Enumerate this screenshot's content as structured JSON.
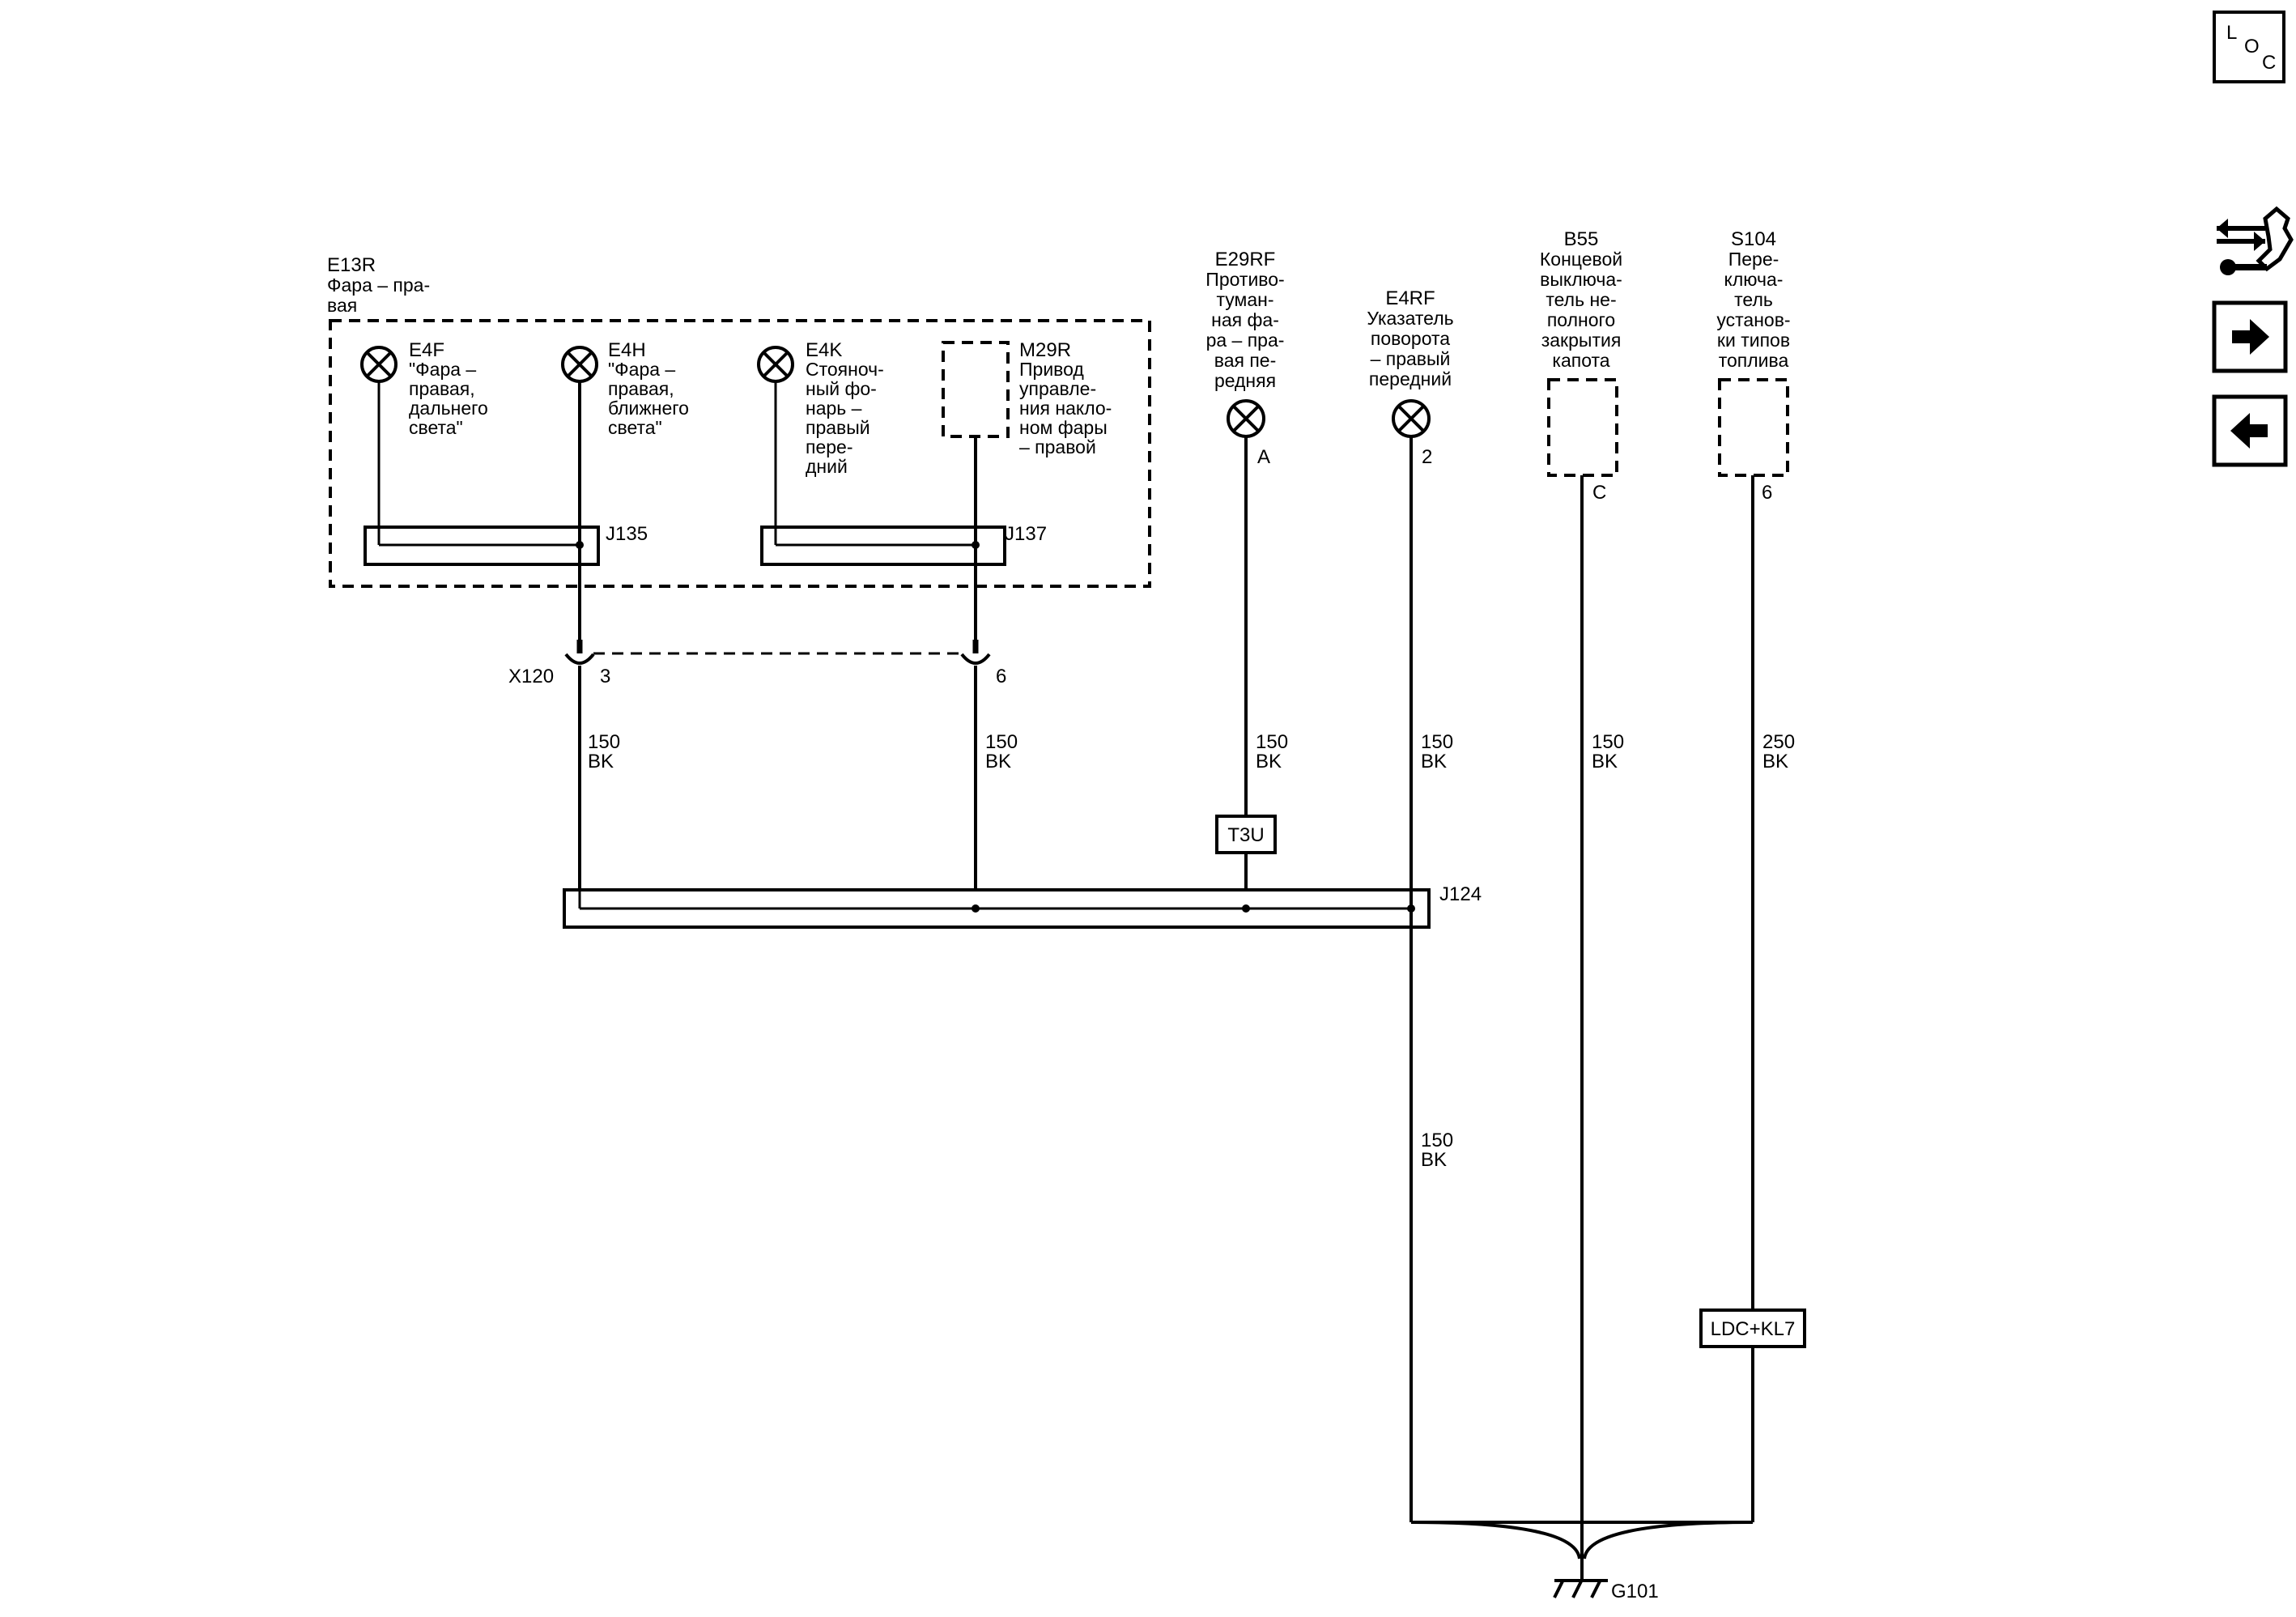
{
  "headlamp": {
    "ref": "E13R",
    "name_lines": [
      "Фара – пра-",
      "вая"
    ]
  },
  "lamps": [
    {
      "ref": "E4F",
      "lines": [
        "\"Фара –",
        "правая,",
        "дальнего",
        "света\""
      ]
    },
    {
      "ref": "E4H",
      "lines": [
        "\"Фара –",
        "правая,",
        "ближнего",
        "света\""
      ]
    },
    {
      "ref": "E4K",
      "lines": [
        "Стояноч-",
        "ный фо-",
        "нарь –",
        "правый",
        "пере-",
        "дний"
      ]
    }
  ],
  "actuator": {
    "ref": "M29R",
    "lines": [
      "Привод",
      "управле-",
      "ния накло-",
      "ном фары",
      "– правой"
    ]
  },
  "fog_lamp": {
    "ref": "E29RF",
    "lines": [
      "Противо-",
      "туман-",
      "ная фа-",
      "ра – пра-",
      "вая пе-",
      "редняя"
    ],
    "pin": "A"
  },
  "turn_lamp": {
    "ref": "E4RF",
    "lines": [
      "Указатель",
      "поворота",
      "– правый",
      "передний"
    ],
    "pin": "2"
  },
  "hood_switch": {
    "ref": "B55",
    "lines": [
      "Концевой",
      "выключа-",
      "тель не-",
      "полного",
      "закрытия",
      "капота"
    ],
    "pin": "C"
  },
  "fuel_switch": {
    "ref": "S104",
    "lines": [
      "Пере-",
      "ключа-",
      "тель",
      "установ-",
      "ки типов",
      "топлива"
    ],
    "pin": "6"
  },
  "splices": {
    "j135": "J135",
    "j137": "J137",
    "j124": "J124"
  },
  "connector": {
    "ref": "X120",
    "pin_a": "3",
    "pin_b": "6"
  },
  "wires": {
    "x120_3": {
      "size": "150",
      "color": "BK"
    },
    "x120_6": {
      "size": "150",
      "color": "BK"
    },
    "fog": {
      "size": "150",
      "color": "BK"
    },
    "turn_upper": {
      "size": "150",
      "color": "BK"
    },
    "turn_lower": {
      "size": "150",
      "color": "BK"
    },
    "hood": {
      "size": "150",
      "color": "BK"
    },
    "fuel": {
      "size": "250",
      "color": "BK"
    }
  },
  "options": {
    "t3u": "T3U",
    "ldc": "LDC+KL7"
  },
  "ground": {
    "ref": "G101"
  },
  "nav": {
    "loc_letters": [
      "L",
      "O",
      "C"
    ],
    "icons": [
      "location-icon",
      "connector-wrench-icon",
      "arrow-right-icon",
      "arrow-left-icon"
    ]
  }
}
